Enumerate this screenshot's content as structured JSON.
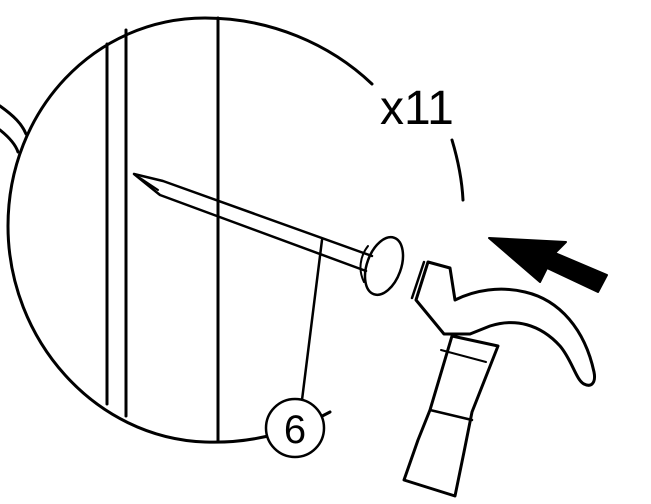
{
  "quantity_label": "x11",
  "part_number": "6",
  "colors": {
    "ink": "#000000",
    "background": "#ffffff"
  },
  "icons": [
    "detail-circle",
    "wall-stud",
    "nail",
    "hammer",
    "direction-arrow"
  ]
}
